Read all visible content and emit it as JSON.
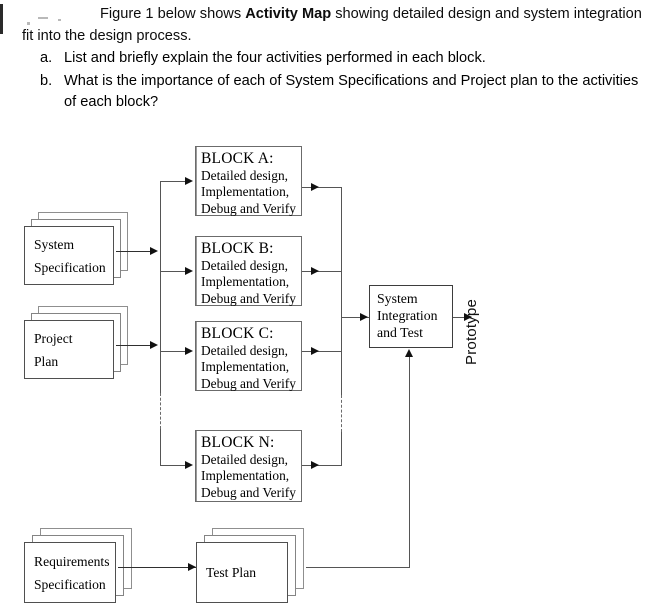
{
  "question": {
    "intro_prefix": "Figure 1 below shows ",
    "intro_bold": "Activity Map",
    "intro_suffix": " showing detailed design and system integration fit into the design process.",
    "items": [
      {
        "marker": "a.",
        "text": "List and briefly explain the four activities performed in each block."
      },
      {
        "marker": "b.",
        "text": "What is the importance of each of System Specifications and Project plan to the activities of each block?"
      }
    ]
  },
  "diagram": {
    "blocks": [
      {
        "title": "BLOCK A:",
        "line1": "Detailed design,",
        "line2": "Implementation,",
        "line3": "Debug and Verify"
      },
      {
        "title": "BLOCK B:",
        "line1": "Detailed design,",
        "line2": "Implementation,",
        "line3": "Debug and Verify"
      },
      {
        "title": "BLOCK C:",
        "line1": "Detailed design,",
        "line2": "Implementation,",
        "line3": "Debug and Verify"
      },
      {
        "title": "BLOCK N:",
        "line1": "Detailed design,",
        "line2": "Implementation,",
        "line3": "Debug and Verify"
      }
    ],
    "inputs": [
      {
        "line1": "System",
        "line2": "Specification"
      },
      {
        "line1": "Project",
        "line2": "Plan"
      },
      {
        "line1": "Requirements",
        "line2": "Specification"
      }
    ],
    "test_plan": {
      "label": "Test Plan"
    },
    "integration": {
      "line1": "System",
      "line2": "Integration",
      "line3": "and Test"
    },
    "output": {
      "label": "Prototype"
    },
    "colors": {
      "line": "#555555",
      "arrow": "#111111",
      "box_border": "#4a4a4a",
      "background": "#ffffff"
    }
  }
}
